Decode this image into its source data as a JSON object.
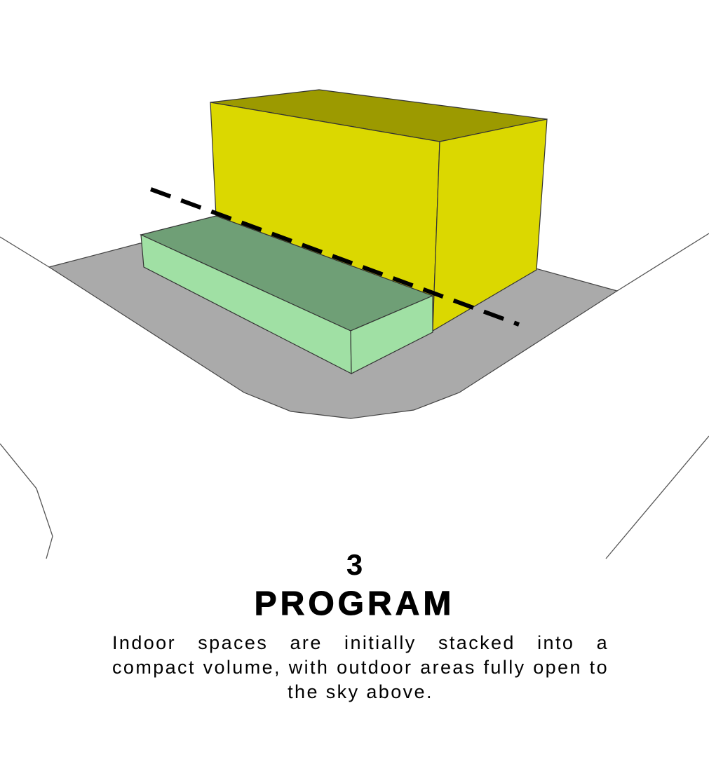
{
  "step_number": "3",
  "title": "PROGRAM",
  "description": "Indoor spaces are initially stacked into a compact volume, with outdoor areas fully open to the sky above.",
  "colors": {
    "ground": "#aaaaaa",
    "indoor_volume_top": "#9c9a00",
    "indoor_volume_side": "#dbd800",
    "outdoor_block_top": "#6f9f76",
    "outdoor_block_side": "#a0e0a4",
    "section_line": "#000000"
  }
}
